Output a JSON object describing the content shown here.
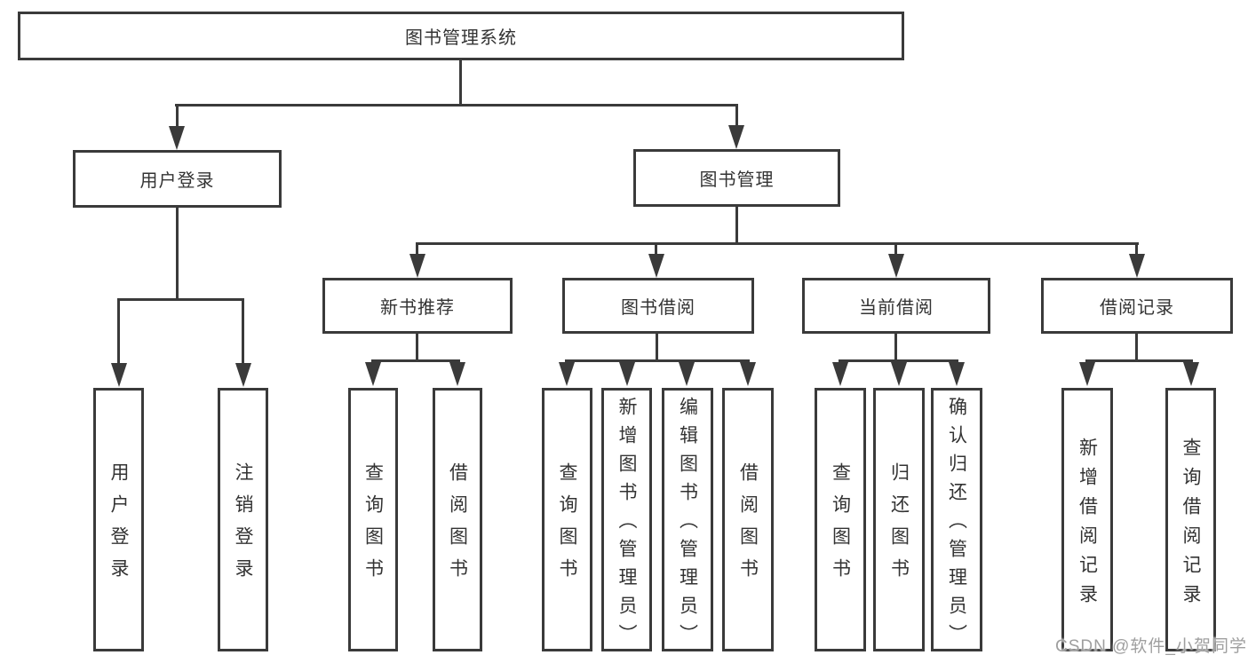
{
  "nodes": {
    "root": {
      "label": "图书管理系统"
    },
    "user_login": {
      "label": "用户登录"
    },
    "book_mgmt": {
      "label": "图书管理"
    },
    "new_book_rec": {
      "label": "新书推荐"
    },
    "book_borrow": {
      "label": "图书借阅"
    },
    "current_borrow": {
      "label": "当前借阅"
    },
    "borrow_records": {
      "label": "借阅记录"
    },
    "leaf_user_login": {
      "label": "用户登录"
    },
    "leaf_logout": {
      "label": "注销登录"
    },
    "leaf_query_books_rec": {
      "label": "查询图书"
    },
    "leaf_borrow_books_rec": {
      "label": "借阅图书"
    },
    "leaf_query_books_borrow": {
      "label": "查询图书"
    },
    "leaf_add_books": {
      "label": "新增图书（管理员）"
    },
    "leaf_edit_books": {
      "label": "编辑图书（管理员）"
    },
    "leaf_borrow_books_borrow": {
      "label": "借阅图书"
    },
    "leaf_query_books_current": {
      "label": "查询图书"
    },
    "leaf_return_books": {
      "label": "归还图书"
    },
    "leaf_confirm_return": {
      "label": "确认归还（管理员）"
    },
    "leaf_add_borrow_record": {
      "label": "新增借阅记录"
    },
    "leaf_query_borrow_record": {
      "label": "查询借阅记录"
    }
  },
  "edges": [
    [
      "root",
      "user_login"
    ],
    [
      "root",
      "book_mgmt"
    ],
    [
      "user_login",
      "leaf_user_login"
    ],
    [
      "user_login",
      "leaf_logout"
    ],
    [
      "book_mgmt",
      "new_book_rec"
    ],
    [
      "book_mgmt",
      "book_borrow"
    ],
    [
      "book_mgmt",
      "current_borrow"
    ],
    [
      "book_mgmt",
      "borrow_records"
    ],
    [
      "new_book_rec",
      "leaf_query_books_rec"
    ],
    [
      "new_book_rec",
      "leaf_borrow_books_rec"
    ],
    [
      "book_borrow",
      "leaf_query_books_borrow"
    ],
    [
      "book_borrow",
      "leaf_add_books"
    ],
    [
      "book_borrow",
      "leaf_edit_books"
    ],
    [
      "book_borrow",
      "leaf_borrow_books_borrow"
    ],
    [
      "current_borrow",
      "leaf_query_books_current"
    ],
    [
      "current_borrow",
      "leaf_return_books"
    ],
    [
      "current_borrow",
      "leaf_confirm_return"
    ],
    [
      "borrow_records",
      "leaf_add_borrow_record"
    ],
    [
      "borrow_records",
      "leaf_query_borrow_record"
    ]
  ],
  "watermark": "CSDN @软件_小贺同学",
  "colors": {
    "line": "#3a3a3a",
    "text": "#333333",
    "watermark": "#9f9f9f",
    "background": "#ffffff"
  }
}
